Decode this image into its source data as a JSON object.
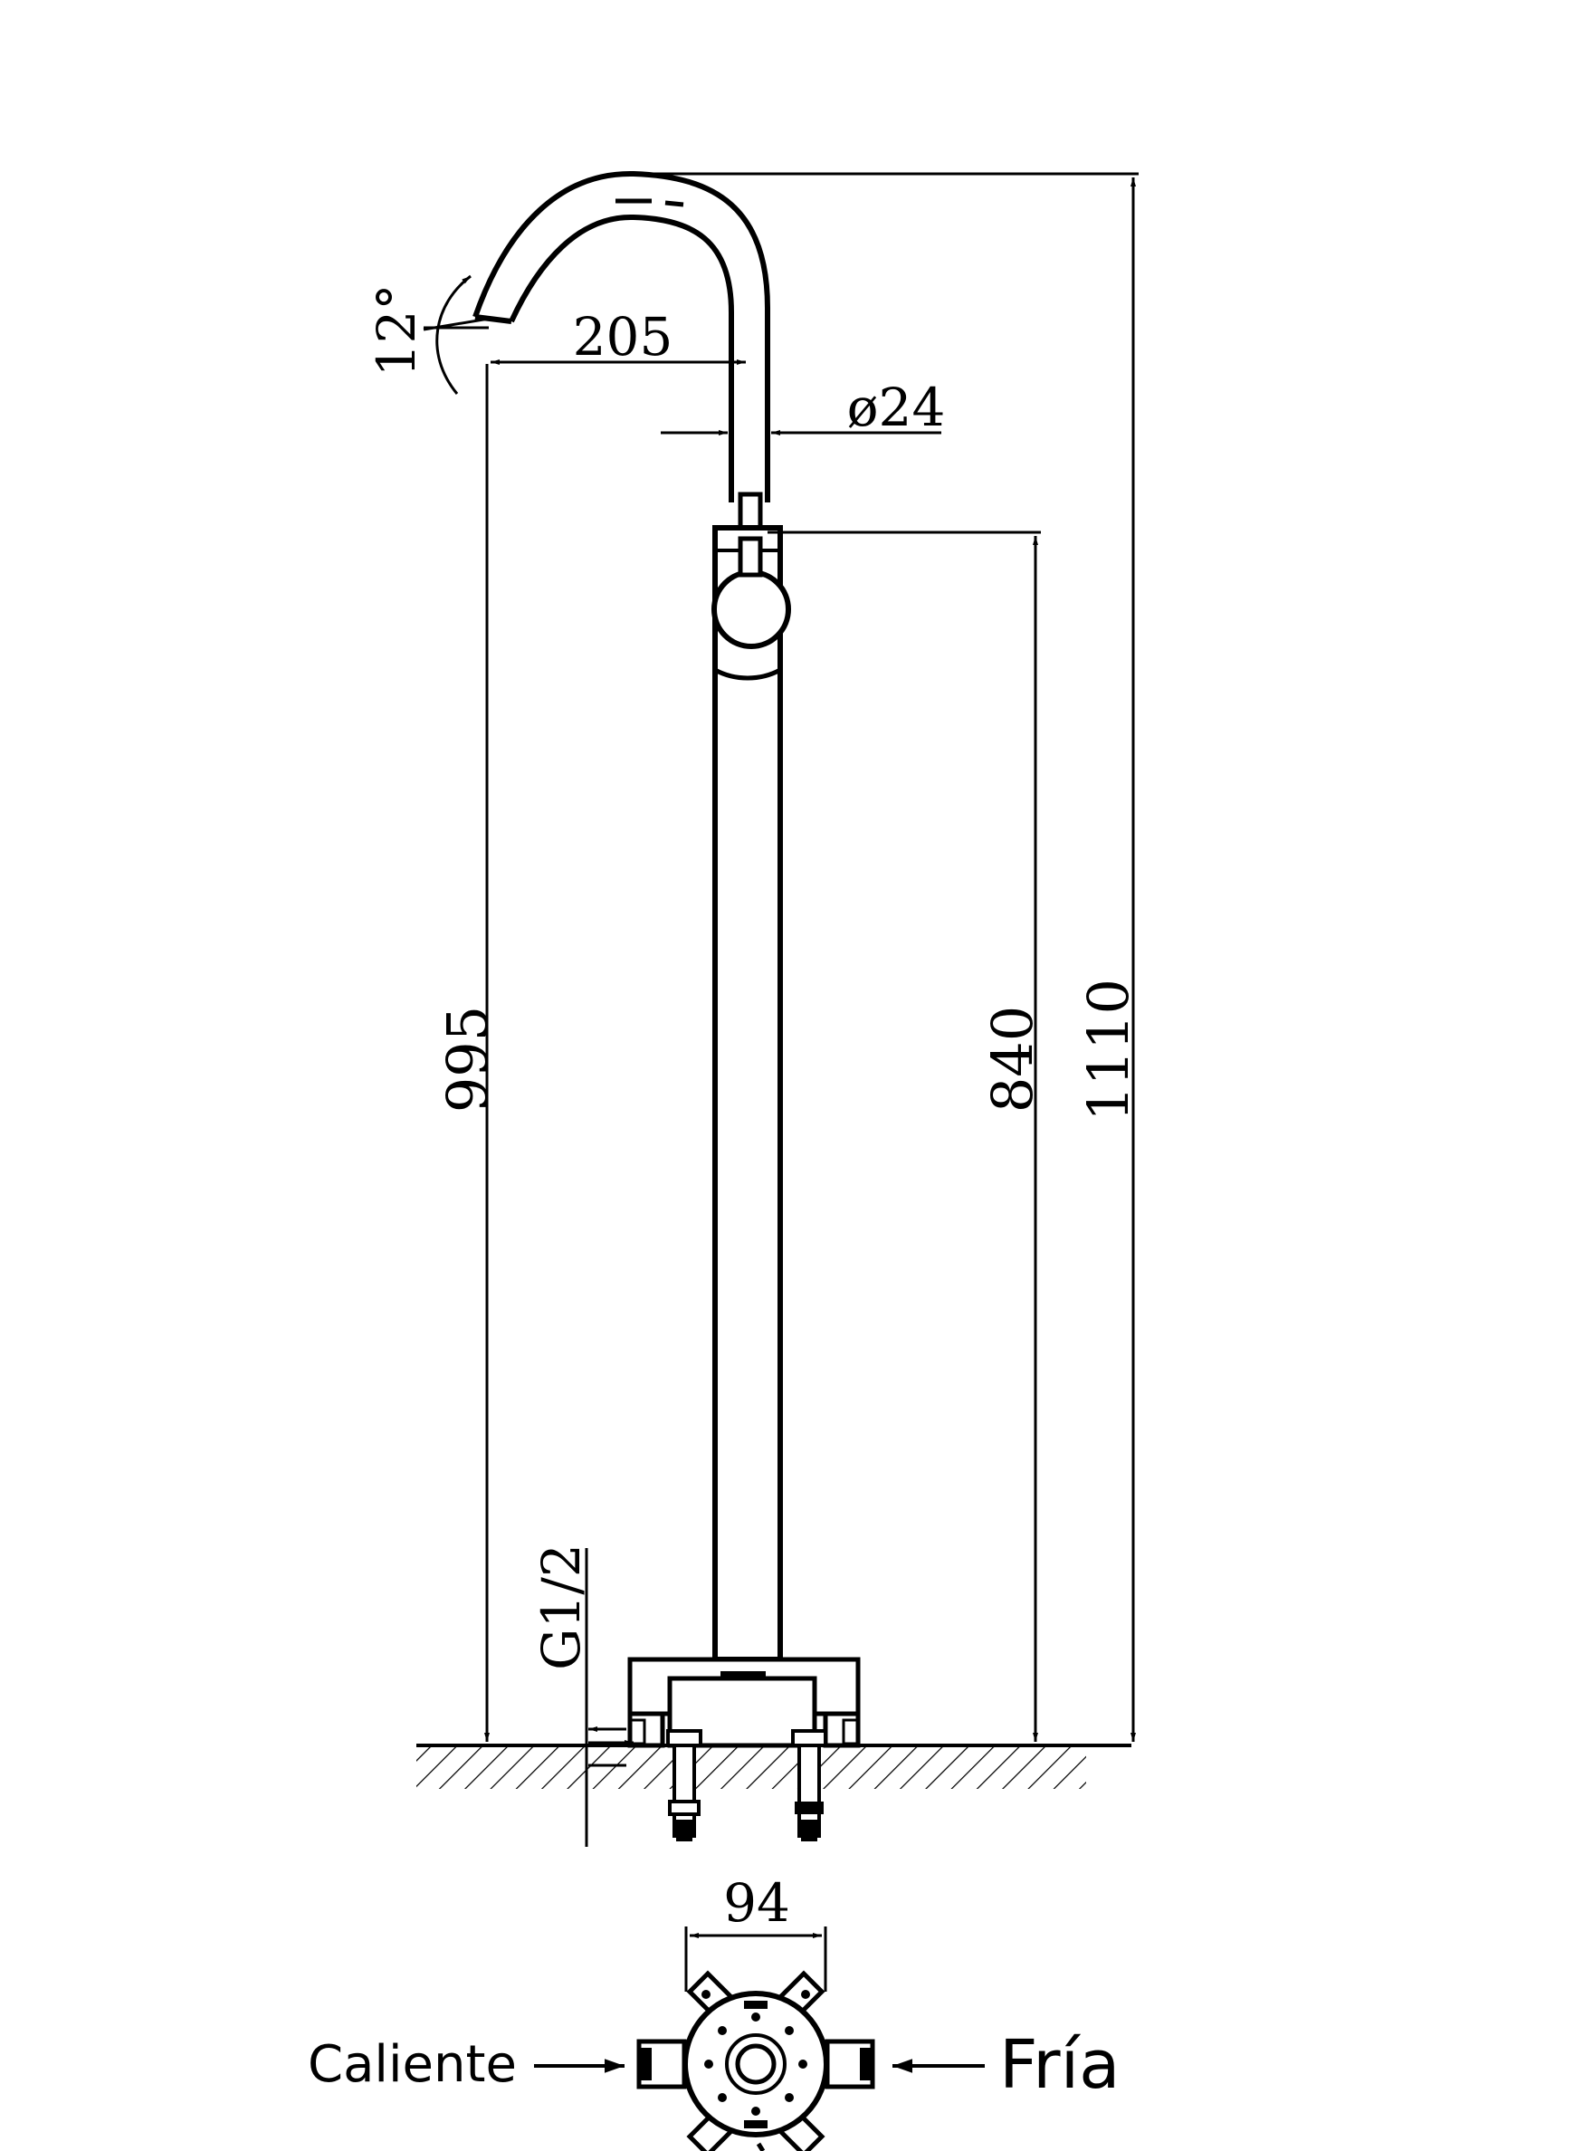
{
  "dimensions": {
    "angle": "12°",
    "reach": "205",
    "diameter": "ø24",
    "height_spout": "995",
    "height_handle": "840",
    "height_total": "1110",
    "thread": "G1/2",
    "base_width": "94"
  },
  "labels": {
    "hot": "Caliente",
    "cold": "Fría"
  },
  "colors": {
    "ink": "#000000",
    "paper": "#ffffff"
  }
}
